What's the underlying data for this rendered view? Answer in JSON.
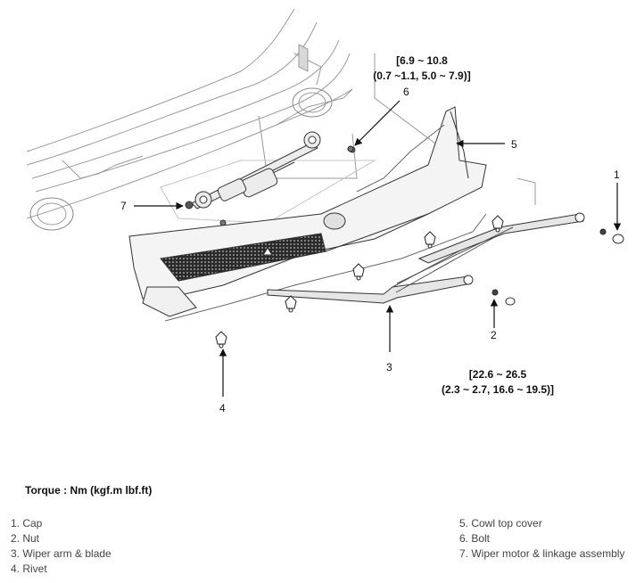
{
  "callouts": {
    "c1": "1",
    "c2": "2",
    "c3": "3",
    "c4": "4",
    "c5": "5",
    "c6": "6",
    "c7": "7"
  },
  "torque_specs": {
    "bolt": {
      "line1": "[6.9 ~ 10.8",
      "line2": "(0.7 ~1.1, 5.0 ~ 7.9)]"
    },
    "nut": {
      "line1": "[22.6 ~ 26.5",
      "line2": "(2.3 ~ 2.7, 16.6 ~ 19.5)]"
    }
  },
  "torque_note": "Torque : Nm (kgf.m lbf.ft)",
  "legend": {
    "left": [
      "1. Cap",
      "2. Nut",
      "3. Wiper arm & blade",
      "4. Rivet"
    ],
    "right": [
      "5. Cowl top cover",
      "6. Bolt",
      "7. Wiper motor & linkage assembly"
    ]
  }
}
